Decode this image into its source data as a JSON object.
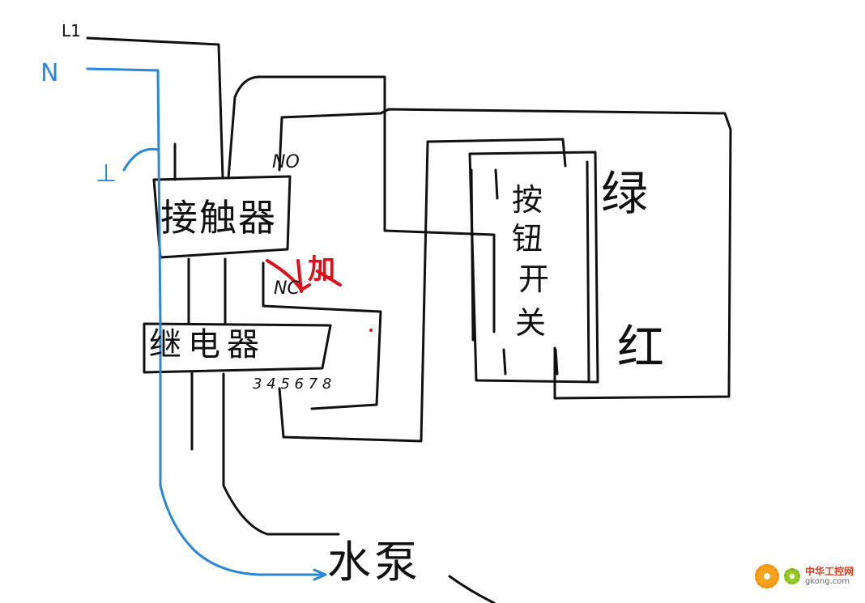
{
  "labels": {
    "l1": "L1",
    "n": "N",
    "pe": "⊥",
    "contactor": "接触器",
    "relay": "继电器",
    "no_top": "NO",
    "nc_bottom": "NC",
    "handwritten_red": "加",
    "relay_pins": "3 4 5 6 7 8",
    "button_switch": [
      "按",
      "钮",
      "开",
      "关"
    ],
    "green": "绿",
    "red": "红",
    "pump": "水泵"
  },
  "watermark": {
    "name": "中华工控网",
    "url": "gkong.com"
  },
  "colors": {
    "ink": "#111111",
    "neutral_wire": "#2a86d8",
    "note_red": "#e0101a"
  }
}
